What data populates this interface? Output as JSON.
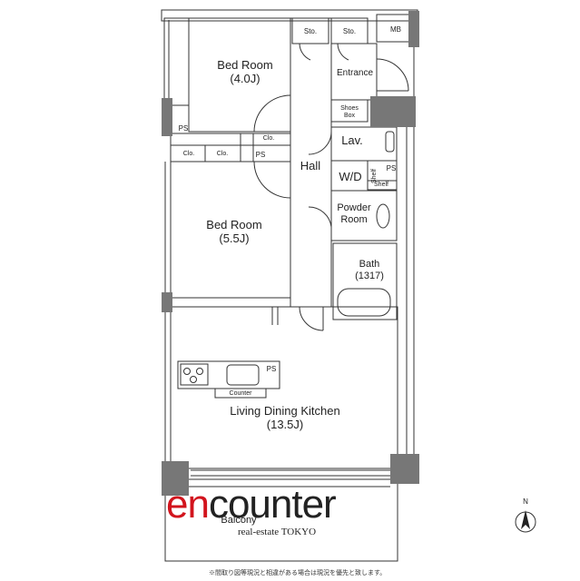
{
  "rooms": {
    "bed_room_1": {
      "name": "Bed Room",
      "size": "(4.0J)"
    },
    "bed_room_2": {
      "name": "Bed Room",
      "size": "(5.5J)"
    },
    "hall": "Hall",
    "entrance": "Entrance",
    "shoes_box": {
      "line1": "Shoes",
      "line2": "Box"
    },
    "lav": "Lav.",
    "wd": "W/D",
    "powder_room": {
      "line1": "Powder",
      "line2": "Room"
    },
    "bath": {
      "name": "Bath",
      "size": "(1317)"
    },
    "ldk": {
      "name": "Living Dining Kitchen",
      "size": "(13.5J)"
    },
    "balcony": "Balcony",
    "counter": "Counter"
  },
  "small_labels": {
    "sto1": "Sto.",
    "sto2": "Sto.",
    "mb": "MB",
    "ps_left": "PS",
    "ps_mid": "PS",
    "ps_lav": "PS",
    "ps_kitchen": "PS",
    "clo_top": "Clo.",
    "clo_a": "Clo.",
    "clo_b": "Clo.",
    "shelf_v": "Shelf",
    "shelf_h": "Shelf"
  },
  "brand": {
    "logo_red": "en",
    "logo_dark": "counter",
    "tagline": "real-estate TOKYO"
  },
  "compass": "N",
  "footnote": "※間取り図等現況と相違がある場合は現況を優先と致します。"
}
